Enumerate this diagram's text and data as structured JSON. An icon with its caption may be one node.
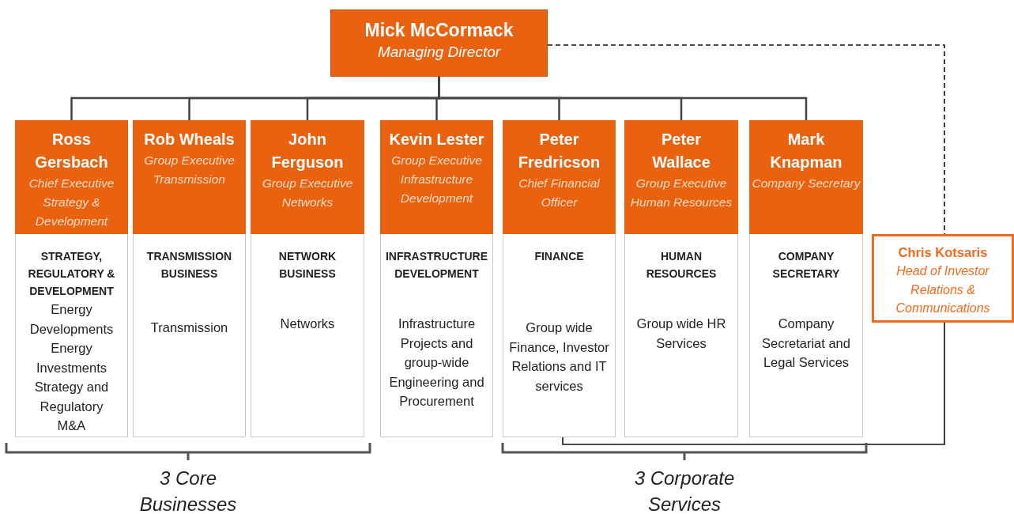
{
  "diagram": {
    "nodes": [
      {
        "text": [
          "Mick McCormack",
          "Managing Director"
        ]
      },
      {
        "text": [
          "Ross Gersbach",
          "Chief Executive Strategy & Development",
          "STRATEGY, REGULATORY & DEVELOPMENT",
          "Energy Developments",
          "Energy Investments",
          "Strategy and Regulatory",
          "M&A"
        ]
      },
      {
        "text": [
          "Rob Wheals",
          "Group Executive Transmission",
          "TRANSMISSION BUSINESS",
          "Transmission"
        ]
      },
      {
        "text": [
          "John Ferguson",
          "Group Executive Networks",
          "NETWORK BUSINESS",
          "Networks"
        ]
      },
      {
        "text": [
          "Kevin Lester",
          "Group Executive Infrastructure Development",
          "INFRASTRUCTURE DEVELOPMENT",
          "Infrastructure Projects and group-wide Engineering and Procurement"
        ]
      },
      {
        "text": [
          "Peter Fredricson",
          "Chief Financial Officer",
          "FINANCE",
          "Group wide Finance, Investor Relations and IT services"
        ]
      },
      {
        "text": [
          "Peter Wallace",
          "Group Executive Human Resources",
          "HUMAN RESOURCES",
          "Group wide HR Services"
        ]
      },
      {
        "text": [
          "Mark Knapman",
          "Company Secretary",
          "COMPANY SECRETARY",
          "Company Secretariat and Legal Services"
        ]
      },
      {
        "text": [
          "Chris Kotsaris",
          "Head of Investor Relations & Communications"
        ]
      }
    ],
    "edges": [
      {
        "from": 0,
        "to": 1,
        "arrow": "none"
      },
      {
        "from": 0,
        "to": 2,
        "arrow": "none"
      },
      {
        "from": 0,
        "to": 3,
        "arrow": "none"
      },
      {
        "from": 0,
        "to": 4,
        "arrow": "none"
      },
      {
        "from": 0,
        "to": 5,
        "arrow": "none"
      },
      {
        "from": 0,
        "to": 6,
        "arrow": "none"
      },
      {
        "from": 0,
        "to": 7,
        "arrow": "none"
      },
      {
        "from": 0,
        "to": 8,
        "arrow": "none",
        "style": "dashed"
      },
      {
        "from": 8,
        "to": 5,
        "arrow": "none"
      }
    ],
    "labels": [
      "3 Core Businesses",
      "3 Corporate Services"
    ]
  }
}
